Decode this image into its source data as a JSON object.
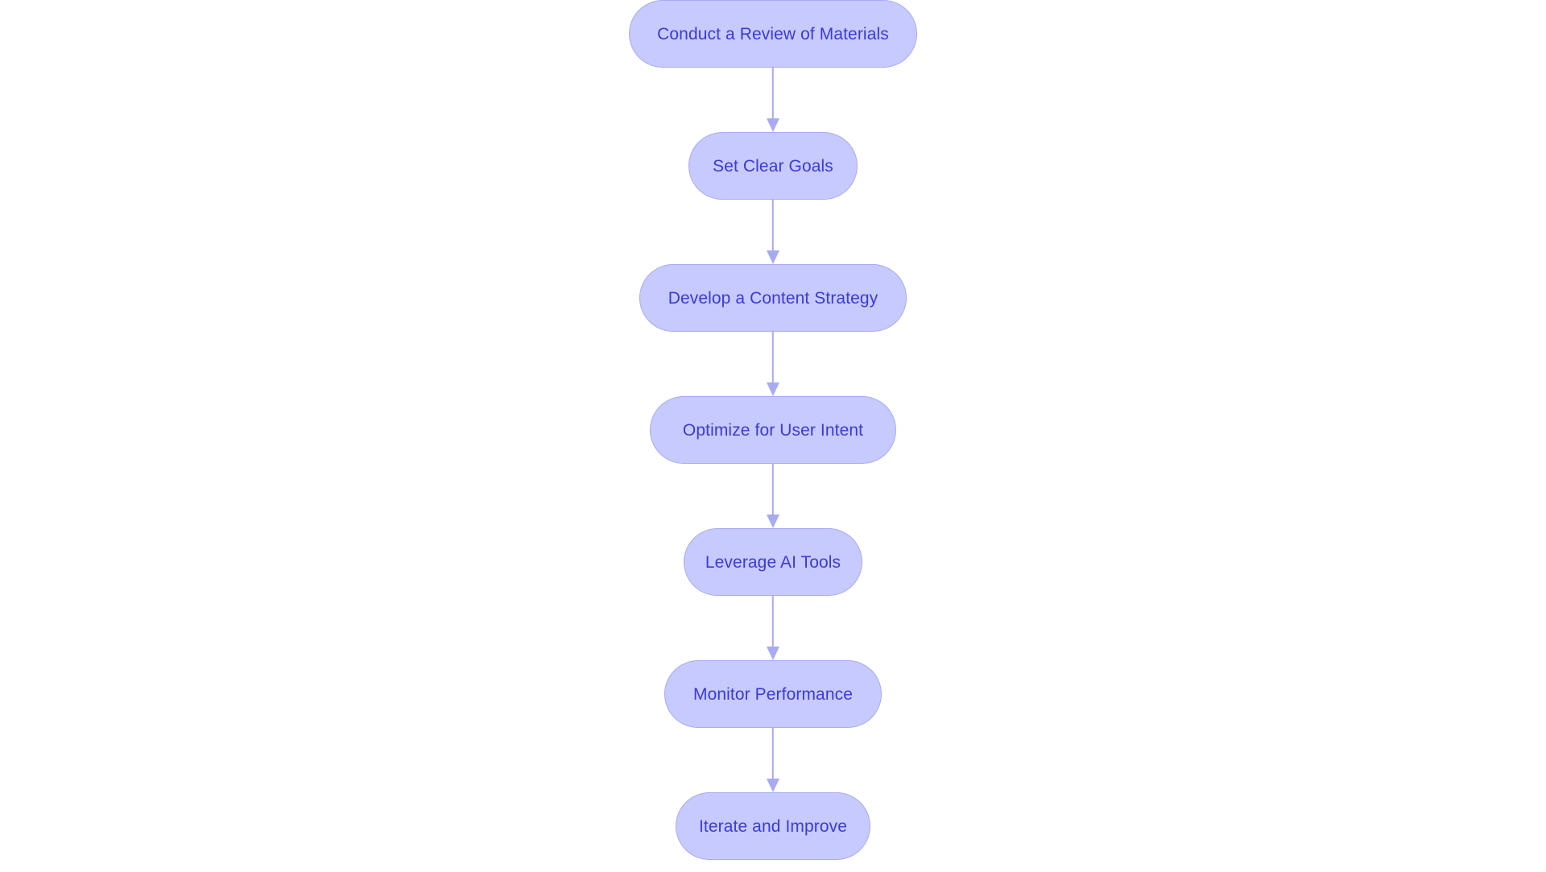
{
  "diagram": {
    "type": "flowchart",
    "orientation": "vertical-top-to-bottom",
    "background_color": "#ffffff",
    "node_fill_color": "#c7caff",
    "node_border_color": "#a8abf0",
    "node_text_color": "#3b3bd6",
    "connector_color": "#a8abf0",
    "node_count": 7,
    "nodes": [
      {
        "id": "step-1",
        "label": "Conduct a Review of Materials"
      },
      {
        "id": "step-2",
        "label": "Set Clear Goals"
      },
      {
        "id": "step-3",
        "label": "Develop a Content Strategy"
      },
      {
        "id": "step-4",
        "label": "Optimize for User Intent"
      },
      {
        "id": "step-5",
        "label": "Leverage AI Tools"
      },
      {
        "id": "step-6",
        "label": "Monitor Performance"
      },
      {
        "id": "step-7",
        "label": "Iterate and Improve"
      }
    ],
    "edges": [
      {
        "from": "step-1",
        "to": "step-2",
        "arrow": "down-arrow-icon"
      },
      {
        "from": "step-2",
        "to": "step-3",
        "arrow": "down-arrow-icon"
      },
      {
        "from": "step-3",
        "to": "step-4",
        "arrow": "down-arrow-icon"
      },
      {
        "from": "step-4",
        "to": "step-5",
        "arrow": "down-arrow-icon"
      },
      {
        "from": "step-5",
        "to": "step-6",
        "arrow": "down-arrow-icon"
      },
      {
        "from": "step-6",
        "to": "step-7",
        "arrow": "down-arrow-icon"
      }
    ]
  }
}
